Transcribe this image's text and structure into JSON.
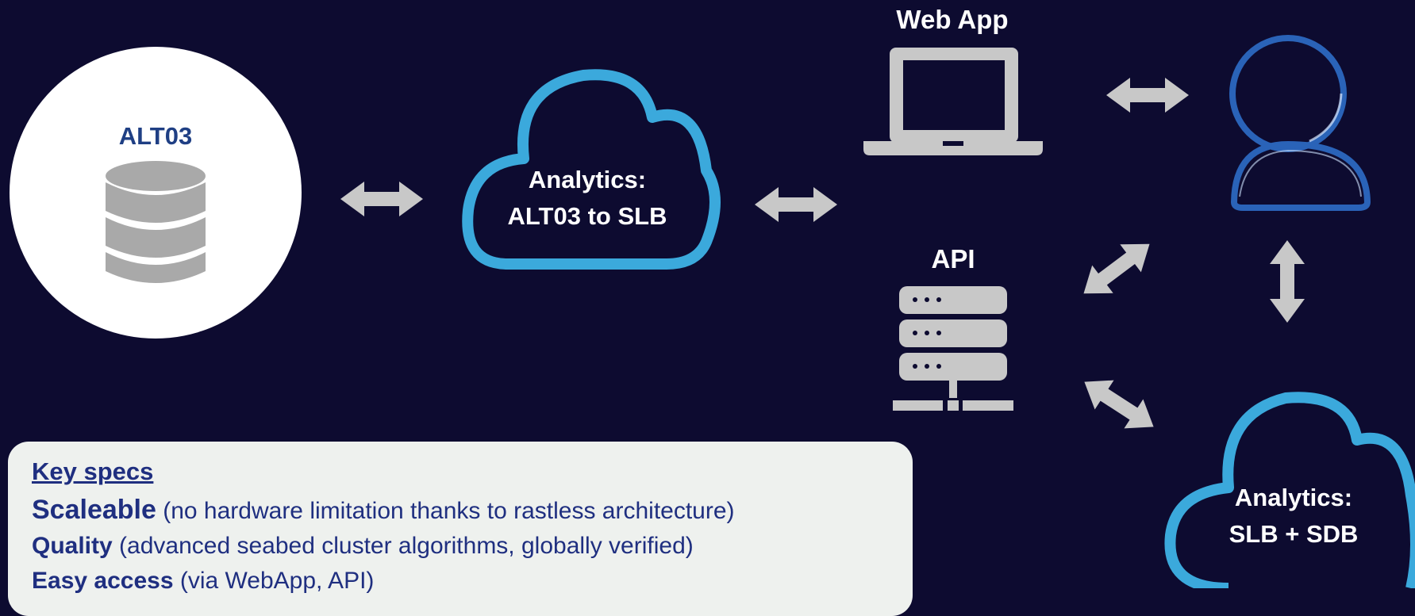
{
  "colors": {
    "background": "#0d0b30",
    "cloud_stroke": "#3ba9dc",
    "icon_grey": "#c8c8c8",
    "db_grey": "#a9a9a9",
    "db_title": "#1f3f84",
    "panel_bg": "#eef1ee",
    "panel_text": "#1f2f80"
  },
  "database": {
    "title": "ALT03",
    "icon": "database-icon"
  },
  "cloud_left": {
    "line1": "Analytics:",
    "line2": "ALT03 to SLB",
    "icon": "cloud-icon"
  },
  "web_app": {
    "label": "Web App",
    "icon": "laptop-icon"
  },
  "api": {
    "label": "API",
    "icon": "server-icon"
  },
  "user": {
    "icon": "user-icon"
  },
  "cloud_right": {
    "line1": "Analytics:",
    "line2": "SLB + SDB",
    "icon": "cloud-icon"
  },
  "arrows": {
    "icon": "double-arrow-icon"
  },
  "specs": {
    "title": "Key specs",
    "items": [
      {
        "strong": "Scaleable",
        "rest": " (no hardware limitation thanks to rastless architecture)"
      },
      {
        "strong": "Quality",
        "rest": " (advanced seabed cluster algorithms, globally verified)"
      },
      {
        "strong": "Easy access",
        "rest": " (via WebApp, API)"
      }
    ]
  }
}
